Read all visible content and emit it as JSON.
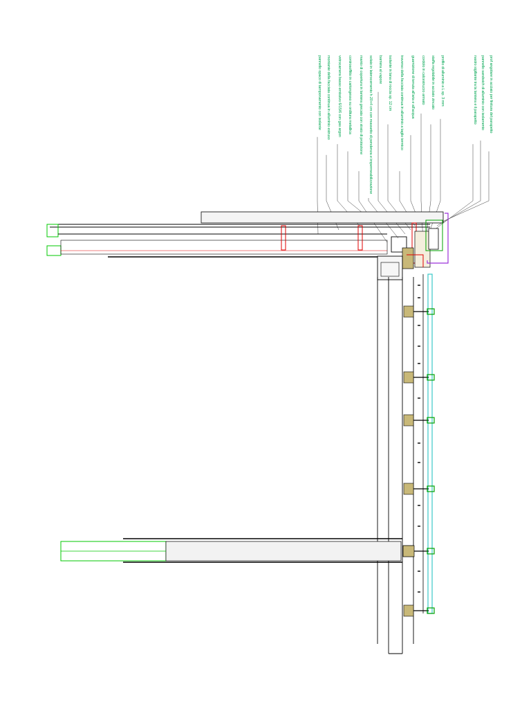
{
  "drawing": {
    "kind": "architectural section detail – roof edge / parapet with curtain wall",
    "colors": {
      "line": "#000000",
      "annotation_text": "#00a651",
      "annotation_leader": "#3a3a3a",
      "insulation_outline": "#00c800",
      "steel_red": "#e00000",
      "trim_purple": "#9b30d9",
      "glass_cyan": "#38c8c8",
      "wood_fill": "#c8b878",
      "bracket_green": "#00a000"
    },
    "annotations": [
      {
        "id": "n1",
        "text": "prof angolare in acciaio per finitura del parapetto"
      },
      {
        "id": "n2",
        "text": "pannello sandwich di alluminio con isolamento"
      },
      {
        "id": "n3",
        "text": "nastro sigillante tra la lamiera e il parapetto"
      },
      {
        "id": "n4",
        "text": "profilo di alluminio a L sp. 3 mm"
      },
      {
        "id": "n5",
        "text": "staffa regolabile in acciaio zincato"
      },
      {
        "id": "n6",
        "text": "cordolo in calcestruzzo armato"
      },
      {
        "id": "n7",
        "text": "guarnizione di tenuta all'aria e all'acqua"
      },
      {
        "id": "n8",
        "text": "traverso della facciata continua in alluminio a taglio termico"
      },
      {
        "id": "n9",
        "text": "isolante in lana di roccia sp. 12 cm"
      },
      {
        "id": "n10",
        "text": "barriera al vapore"
      },
      {
        "id": "n11",
        "text": "solaio in laterocemento h 20+4 cm con massetto di pendenza e impermeabilizzazione"
      },
      {
        "id": "n12",
        "text": "manto di copertura in lamiera grecata con strato di protezione"
      },
      {
        "id": "n13",
        "text": "controsoffitto in cartongesso su orditura metallica"
      },
      {
        "id": "n14",
        "text": "vetrocamera basso emissivo 6/15/6 con gas argon"
      },
      {
        "id": "n15",
        "text": "montante della facciata continua in alluminio estruso"
      },
      {
        "id": "n16",
        "text": "pannello opaco di tamponamento con isolante"
      }
    ]
  }
}
